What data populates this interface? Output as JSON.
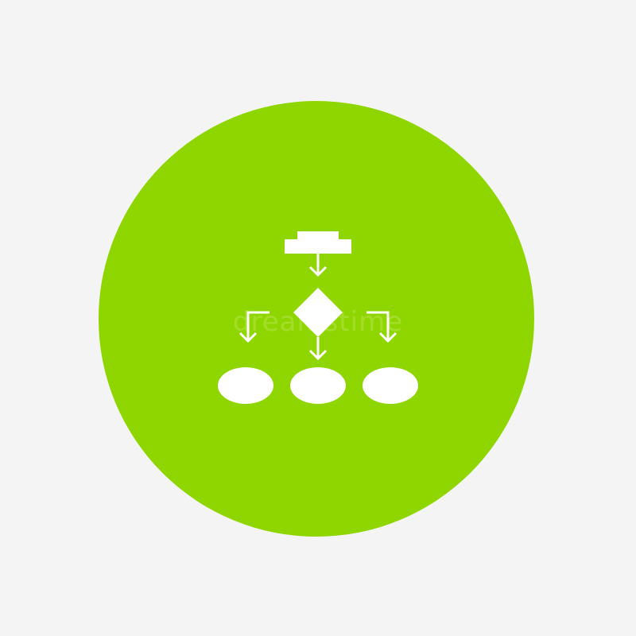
{
  "icon": {
    "name": "flowchart-icon",
    "parts": [
      "process-box",
      "decision-diamond",
      "outcome-left",
      "outcome-center",
      "outcome-right"
    ]
  },
  "watermark": {
    "text": "dreamstime"
  },
  "colors": {
    "background": "#f3f4f3",
    "circle": "#8fd600",
    "glyph": "#ffffff",
    "watermark": "#c9ec7a"
  }
}
